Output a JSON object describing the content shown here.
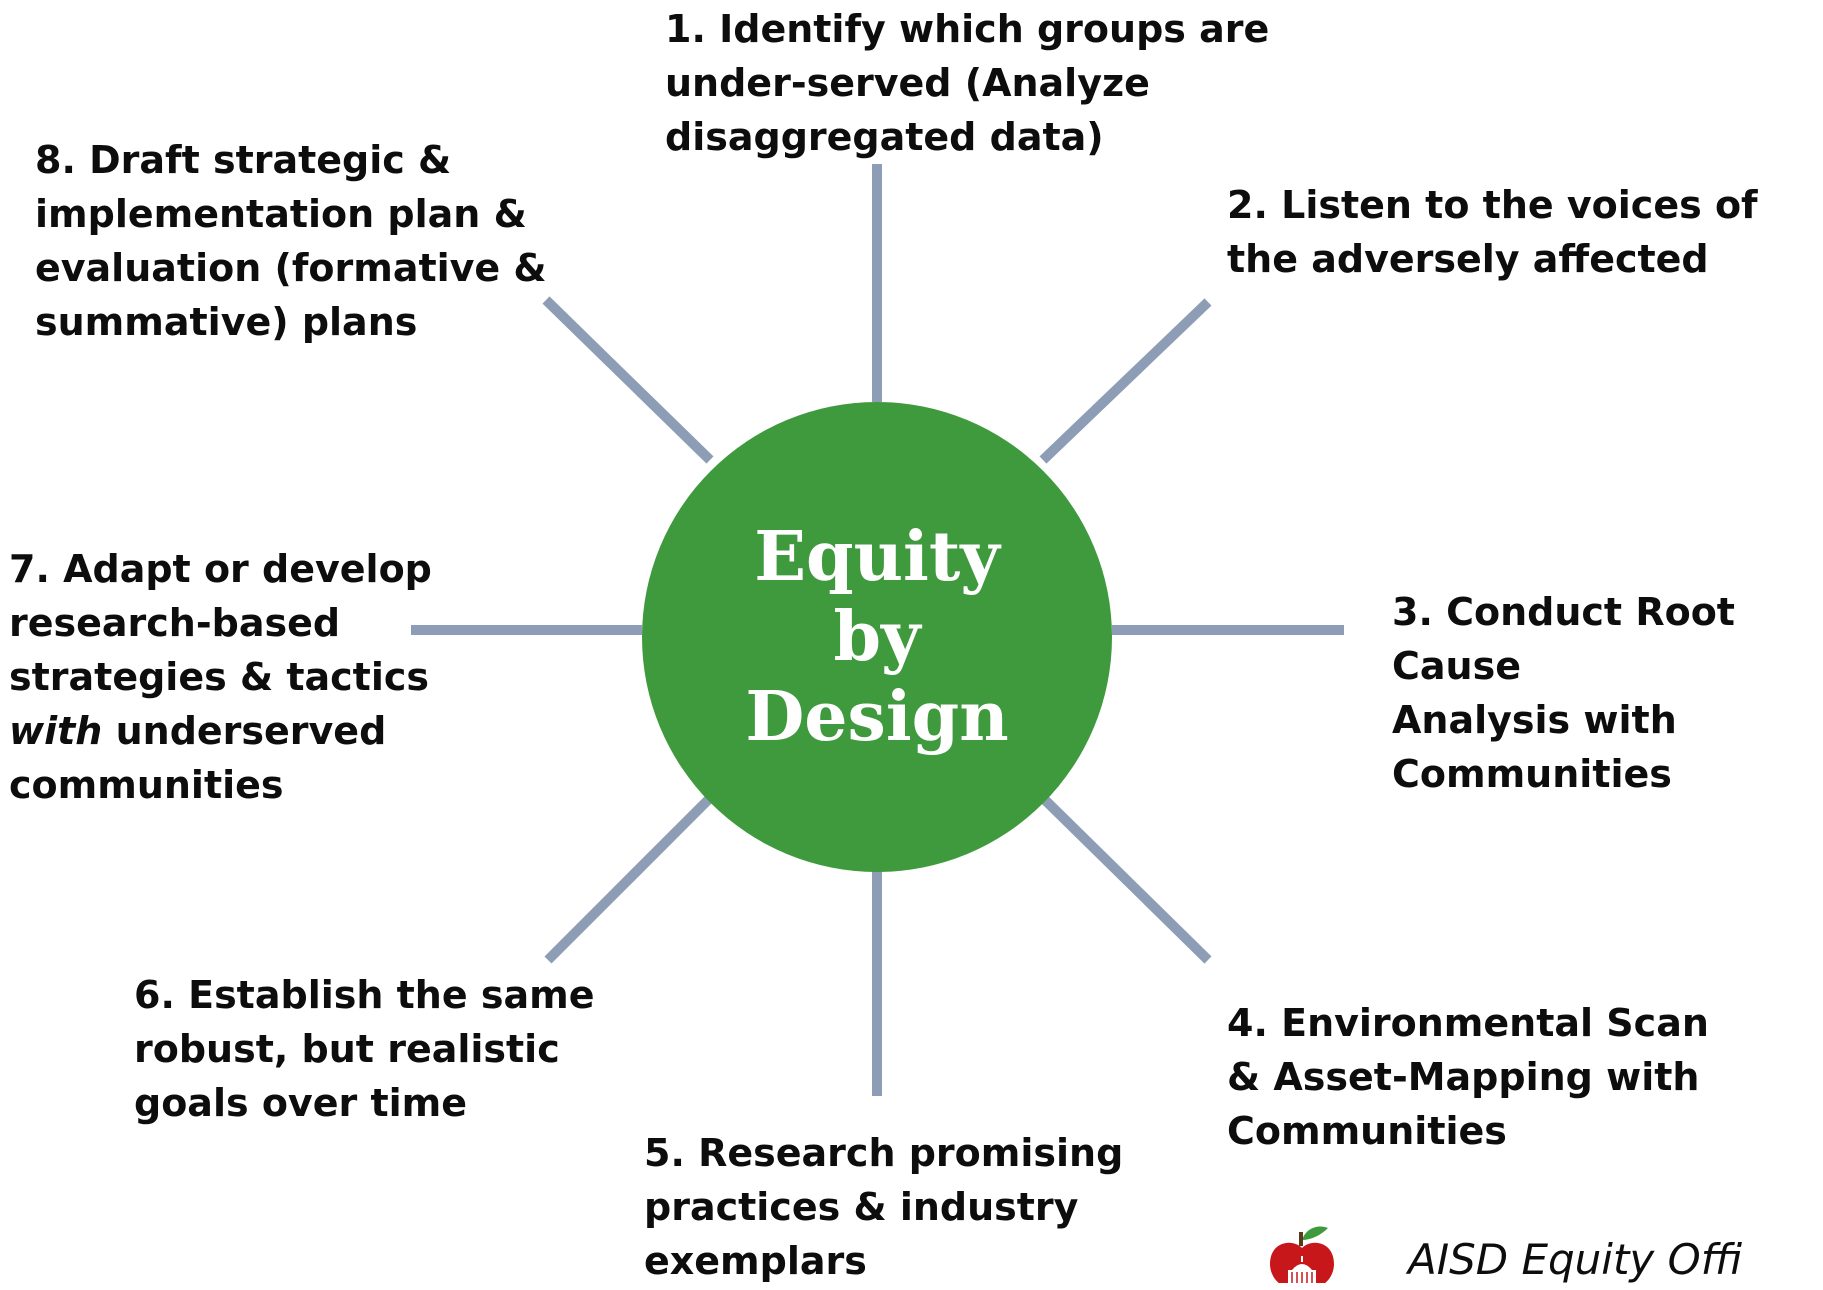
{
  "center": {
    "title_line1": "Equity",
    "title_line2": "by",
    "title_line3": "Design"
  },
  "steps": [
    {
      "lines": [
        "1. Identify which groups are",
        "under-served (Analyze",
        "disaggregated data)"
      ]
    },
    {
      "lines": [
        "2. Listen to the voices of",
        "the adversely affected"
      ]
    },
    {
      "lines": [
        "3. Conduct Root Cause",
        "Analysis with",
        "Communities"
      ]
    },
    {
      "lines": [
        "4. Environmental Scan",
        "& Asset-Mapping with",
        "Communities"
      ]
    },
    {
      "lines": [
        "5. Research promising",
        "practices & industry",
        "exemplars"
      ]
    },
    {
      "lines": [
        "6. Establish the same",
        "robust, but realistic",
        "goals over time"
      ]
    },
    {
      "lines_before_italic": [
        "7. Adapt or develop",
        "research-based",
        "strategies & tactics"
      ],
      "italic_word": "with",
      "after_italic": " underserved",
      "last_line": "communities"
    },
    {
      "lines": [
        "8. Draft strategic &",
        "implementation plan &",
        "evaluation (formative &",
        "summative) plans"
      ]
    }
  ],
  "footer": {
    "text": "AISD Equity Offi",
    "logo_icon": "apple-capitol-icon"
  },
  "colors": {
    "circle": "#3e9a3c",
    "spoke": "#8c9db5",
    "text": "#0d0d0d",
    "center_text": "#ffffff"
  }
}
